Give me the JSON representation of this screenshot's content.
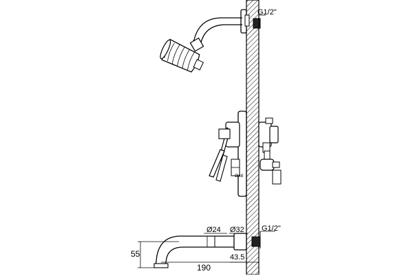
{
  "drawing": {
    "labels": {
      "top_thread": "G1/2\"",
      "bottom_thread": "G1/2\"",
      "diameter_spout_outer": "Ø24",
      "diameter_spout_base": "Ø32",
      "diameter_body": "Ø48",
      "height_spout": "55",
      "length_spout": "190",
      "depth_spout": "43.5"
    }
  }
}
